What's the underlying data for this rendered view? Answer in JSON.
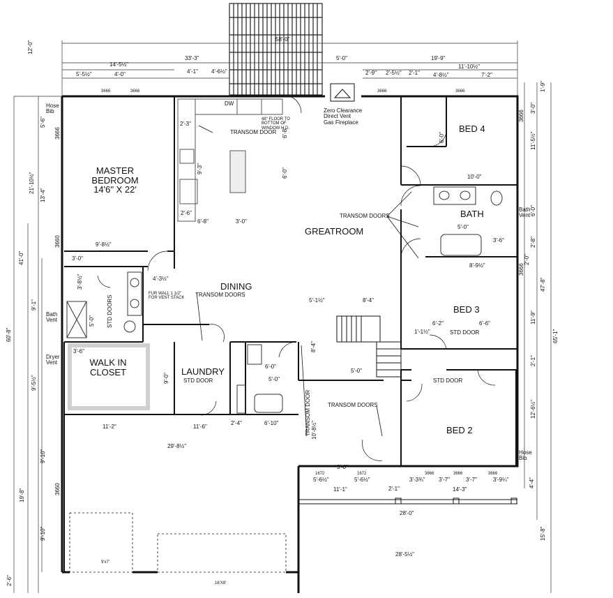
{
  "rooms": {
    "master": "MASTER BEDROOM",
    "master_size": "14'6\" X 22'",
    "bed4": "BED 4",
    "bath": "BATH",
    "greatroom": "GREATROOM",
    "dining": "DINING",
    "bed3": "BED 3",
    "walkin": "WALK IN CLOSET",
    "laundry": "LAUNDRY",
    "bed2": "BED 2"
  },
  "notes": {
    "fireplace": [
      "Zero Clearance",
      "Direct Vent",
      "Gas Fireplace"
    ],
    "hose_bib": "Hose Bib",
    "bath_vent": "Bath Vent",
    "dryer_vent": "Dryer Vent",
    "dw": "DW",
    "window_note": "48\" FLOOR TO BOTTOM OF WINDOW H.D.",
    "transom_door": "TRANSOM DOOR",
    "transom_doors": "TRANSOM DOORS",
    "std_doors": "STD DOORS",
    "std_door": "STD DOOR",
    "fur_wall": "FUR WALL 1 1/2\" FOR VENT STACK"
  },
  "dims": {
    "top_overall": "58'-0\"",
    "d33_3": "33'-3\"",
    "d5_0": "5'-0\"",
    "d19_9": "19'-9\"",
    "d14_5h": "14'-5½\"",
    "d11_10h": "11'-10½\"",
    "d5_5h": "5'-5½\"",
    "d4_0": "4'-0\"",
    "d4_1": "4'-1\"",
    "d4_6h": "4'-6½\"",
    "d2_9": "2'-9\"",
    "d2_5h": "2'-5½\"",
    "d2_1": "2'-1\"",
    "d4_8h": "4'-8½\"",
    "d7_2": "7'-2\"",
    "d12_0": "12'-0\"",
    "left_41": "41'-0\"",
    "left_60": "60'-8\"",
    "left_21": "21'-10½\"",
    "left_13": "13'-4\"",
    "left_5": "5'-6\"",
    "left_9_1": "9'-1\"",
    "left_9_5": "9'-5½\"",
    "left_19_8": "19'-8\"",
    "left_9_10a": "9'-10\"",
    "left_9_10b": "9'-10\"",
    "left_2_6": "2'-6\"",
    "right_65": "65'-1\"",
    "right_47": "47'-8\"",
    "right_15": "15'-8\"",
    "right_1_9": "1'-9\"",
    "right_3_0": "3'-0\"",
    "right_11_5": "11'-5½\"",
    "right_6_0": "6'-0\"",
    "right_2_8": "2'-8\"",
    "right_2_0": "2'-0\"",
    "right_11_9": "11'-9\"",
    "right_2_1": "2'-1\"",
    "right_12_6": "12'-6½\"",
    "right_4_4": "4'-4\"",
    "i9_8": "9'-8½\"",
    "i3_0": "3'-0\"",
    "i6_8": "6'-8\"",
    "i3_0b": "3'-0\"",
    "i2_6": "2'-6\"",
    "i9_3": "9'-3\"",
    "i2_3": "2'-3\"",
    "i6_0v": "6'-0\"",
    "i6_8v": "6'-8\"",
    "i10_0": "10'-0\"",
    "i6_0": "6'-0\"",
    "i5_0": "5'-0\"",
    "i3_6": "3'-6\"",
    "i8_9": "8'-9½\"",
    "i5_1": "5'-1½\"",
    "i8_4": "8'-4\"",
    "i8_4v": "8'-4\"",
    "i6_2": "6'-2\"",
    "i6_6": "6'-6\"",
    "i1_1": "1'-1½\"",
    "i5_0b": "5'-0\"",
    "i6_0b": "6'-0\"",
    "i5_0c": "5'-0\"",
    "i4_3": "4'-3½\"",
    "i3_8": "3'-8½\"",
    "i5_0v": "5'-0\"",
    "i3_6b": "3'-6\"",
    "i9_0": "9'-0\"",
    "i11_2": "11'-2\"",
    "i11_6": "11'-6\"",
    "i2_4": "2'-4\"",
    "i6_10": "6'-10\"",
    "i29_8": "29'-8½\"",
    "i10_8": "10'-8½\"",
    "i5_6": "5'-6½\"",
    "i5_6b": "5'-6½\"",
    "i11_1": "11'-1\"",
    "i2_1": "2'-1\"",
    "i3_3": "3'-3¾\"",
    "i3_7": "3'-7\"",
    "i3_7b": "3'-7\"",
    "i3_9": "3'-9¼\"",
    "i14_3": "14'-3\"",
    "i28_0": "28'-0\"",
    "i28_5": "28'-5½\"",
    "i3_0c": "3'-0\""
  },
  "windows": {
    "w3666": "3666",
    "w3660": "3660",
    "w1672": "1672",
    "door9x7": "9'x7'",
    "door16x8": "16'X8'"
  },
  "colors": {
    "line": "#111111",
    "counter": "#777777",
    "deck": "#222222"
  }
}
